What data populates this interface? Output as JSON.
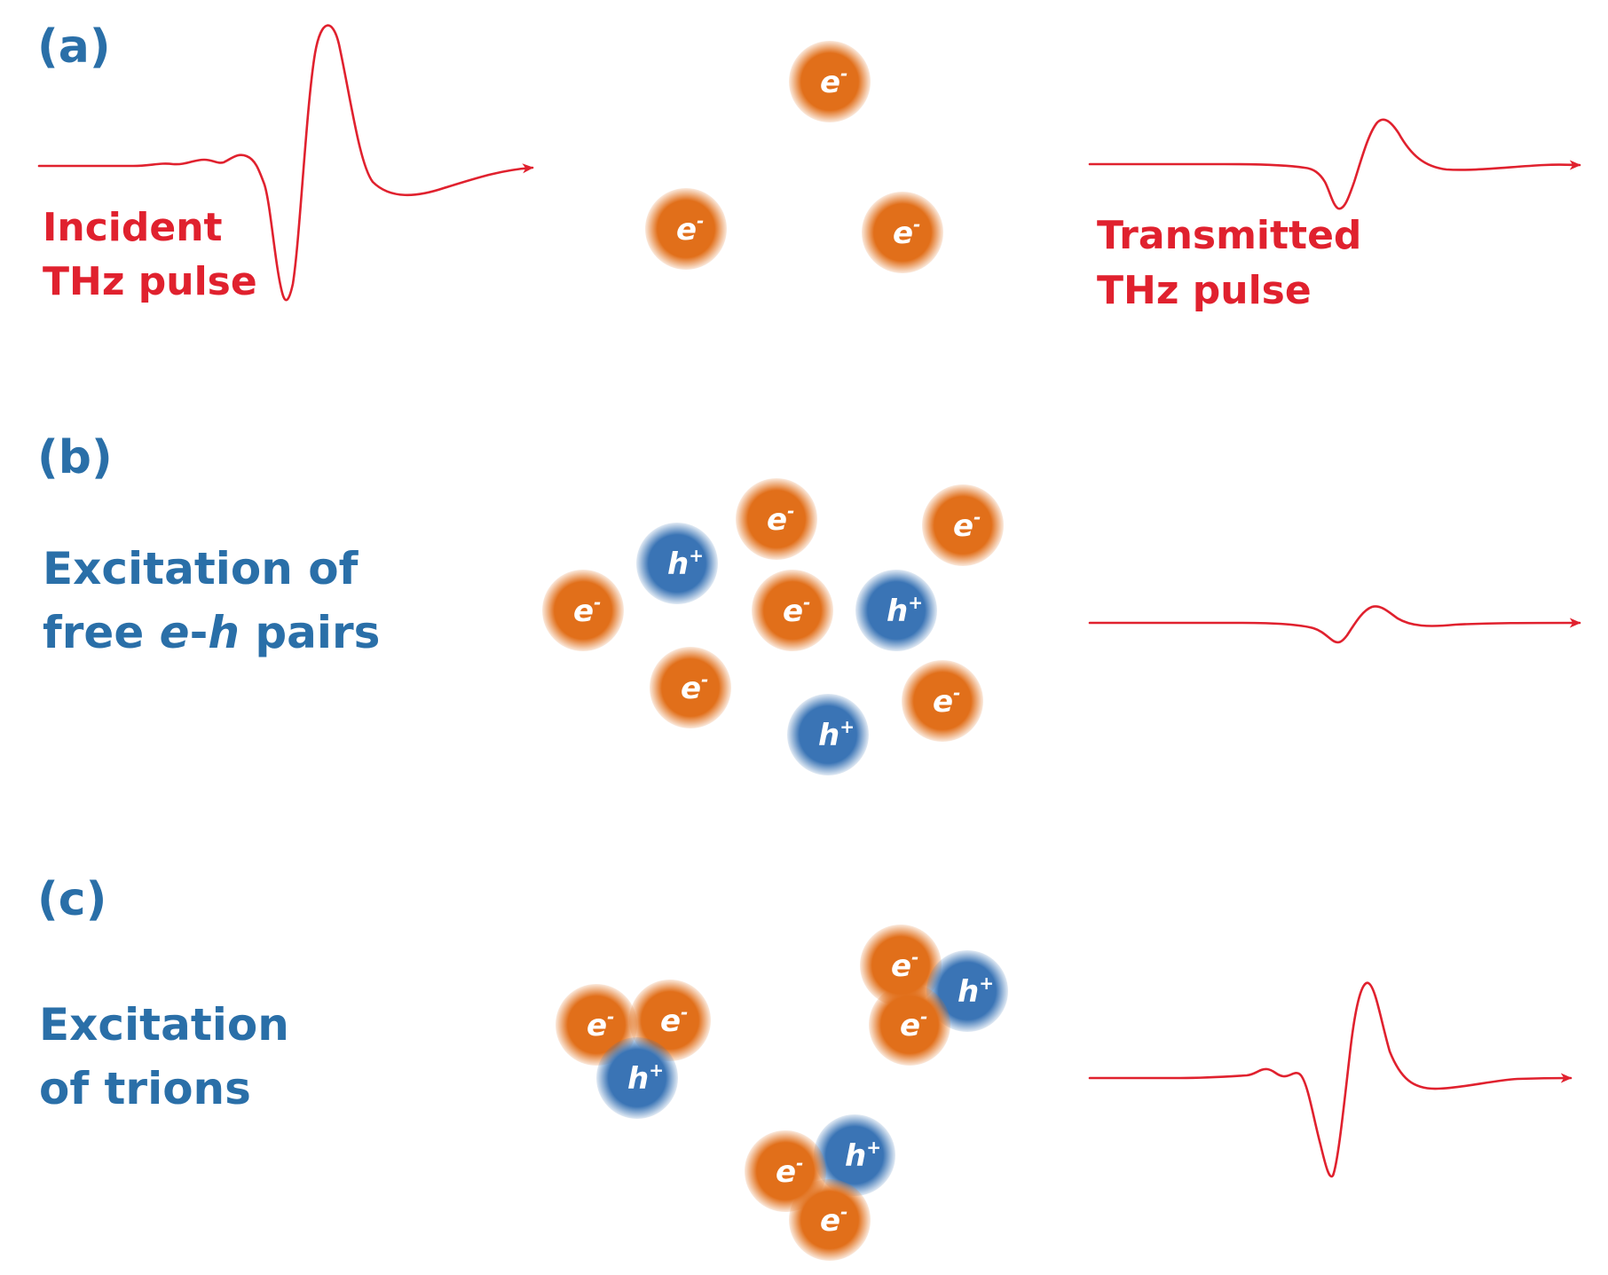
{
  "colors": {
    "electron": "#e16f1a",
    "hole": "#3a74b5",
    "pulse": "#e0212e",
    "label_blue": "#2a6fa8",
    "label_red": "#e0212e"
  },
  "panel_a": {
    "letter": "(a)",
    "incident_label": [
      "Incident",
      "THz pulse"
    ],
    "transmitted_label": [
      "Transmitted",
      "THz pulse"
    ]
  },
  "panel_b": {
    "letter": "(b)",
    "description": [
      "Excitation of",
      "free ",
      "e",
      "-",
      "h",
      " pairs"
    ]
  },
  "panel_c": {
    "letter": "(c)",
    "description": [
      "Excitation",
      "of trions"
    ]
  },
  "particles": {
    "electron": {
      "base": "e",
      "sup": "-"
    },
    "hole": {
      "base": "h",
      "sup": "+"
    }
  }
}
